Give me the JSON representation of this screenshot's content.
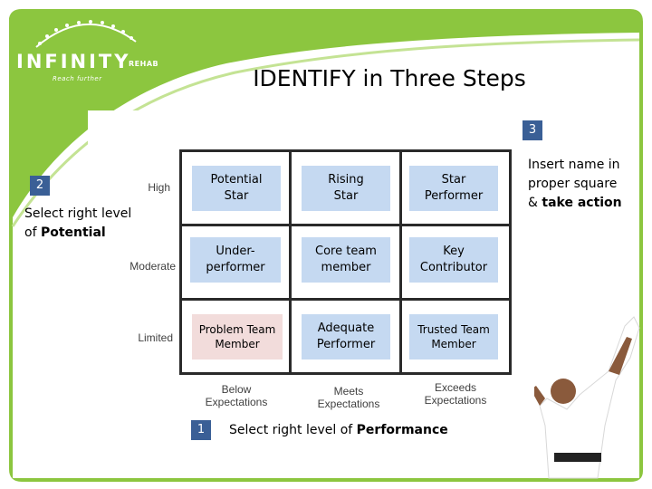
{
  "brand": {
    "name": "INFINITY",
    "suffix": "REHAB",
    "tagline": "Reach further"
  },
  "title": "IDENTIFY in Three Steps",
  "steps": {
    "step1": {
      "number": "1",
      "text_prefix": "Select right level of ",
      "text_bold": "Performance"
    },
    "step2": {
      "number": "2",
      "text_line1": "Select right level",
      "text_prefix": "of ",
      "text_bold": "Potential"
    },
    "step3": {
      "number": "3",
      "line1": "Insert name in",
      "line2": "proper square",
      "line3_prefix": "& ",
      "line3_bold": "take action"
    }
  },
  "matrix": {
    "potential_levels": [
      "High",
      "Moderate",
      "Limited"
    ],
    "performance_levels": [
      {
        "line1": "Below",
        "line2": "Expectations"
      },
      {
        "line1": "Meets",
        "line2": "Expectations"
      },
      {
        "line1": "Exceeds",
        "line2": "Expectations"
      }
    ],
    "cells": {
      "high": [
        [
          "Potential",
          "Star"
        ],
        [
          "Rising",
          "Star"
        ],
        [
          "Star",
          "Performer"
        ]
      ],
      "moderate": [
        [
          "Under-",
          "performer"
        ],
        [
          "Core team",
          "member"
        ],
        [
          "Key",
          "Contributor"
        ]
      ],
      "limited": [
        [
          "Problem Team",
          "Member"
        ],
        [
          "Adequate",
          "Performer"
        ],
        [
          "Trusted Team",
          "Member"
        ]
      ]
    }
  },
  "colors": {
    "brand_green": "#8cc63f",
    "cell_blue": "#c5d9f1",
    "cell_pink": "#f2dcdb",
    "badge_blue": "#3a5f96"
  }
}
